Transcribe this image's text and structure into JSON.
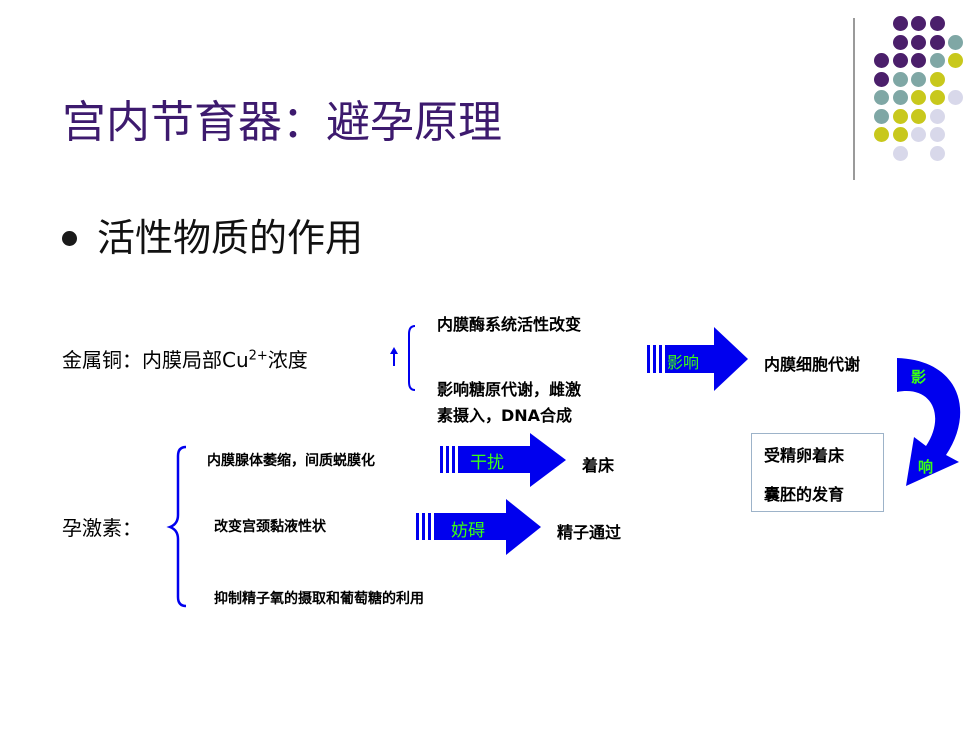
{
  "title": "宫内节育器：避孕原理",
  "bullet": "活性物质的作用",
  "copper": {
    "label_main": "金属铜：内膜局部Cu",
    "label_sup": "2+",
    "label_tail": "浓度",
    "branch_top": "内膜酶系统活性改变",
    "branch_bottom_1": "影响糖原代谢，雌激",
    "branch_bottom_2": "素摄入，DNA合成",
    "arrow_label": "影响",
    "result": "内膜细胞代谢",
    "curve_label_1": "影",
    "curve_label_2": "响",
    "box_line_1": "受精卵着床",
    "box_line_2": "囊胚的发育"
  },
  "progestin": {
    "label": "孕激素：",
    "item_1": "内膜腺体萎缩，间质蜕膜化",
    "arrow_1_label": "干扰",
    "result_1": "着床",
    "item_2": "改变宫颈黏液性状",
    "arrow_2_label": "妨碍",
    "result_2": "精子通过",
    "item_3": "抑制精子氧的摄取和葡萄糖的利用"
  },
  "colors": {
    "title": "#3d1a6e",
    "arrow_fill": "#0000ee",
    "arrow_text": "#39ff14",
    "dot_purple": "#4b1f6b",
    "dot_teal": "#7fa7a5",
    "dot_yellow": "#c8c81c",
    "dot_lavender": "#d8d8ea"
  }
}
